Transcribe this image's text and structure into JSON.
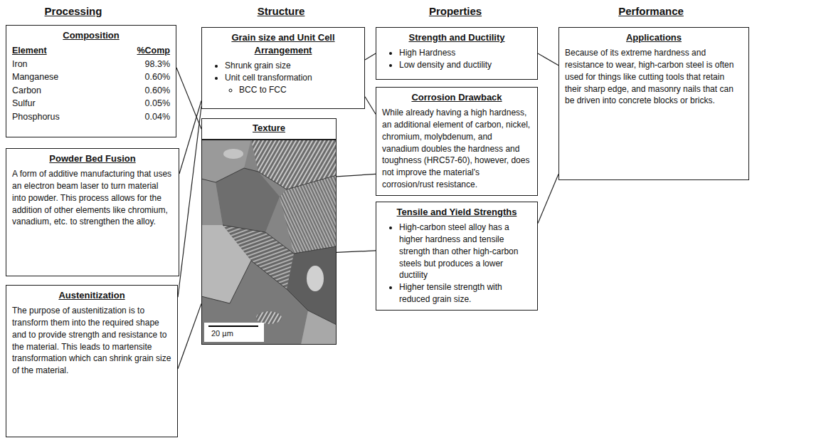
{
  "diagram": {
    "nodes": [
      {
        "text": [
          "Composition",
          "Element",
          "%Comp",
          "Iron",
          "98.3%",
          "Manganese",
          "0.60%",
          "Carbon",
          "0.60%",
          "Sulfur",
          "0.05%",
          "Phosphorus",
          "0.04%"
        ]
      },
      {
        "text": [
          "Powder Bed Fusion",
          "A form of additive manufacturing that uses an electron beam laser to turn material into powder. This process allows for the addition of other elements like chromium, vanadium, etc. to strengthen the alloy."
        ]
      },
      {
        "text": [
          "Austenitization",
          "The purpose of austenitization is to transform them into the required shape and to provide strength and resistance to the material. This leads to martensite transformation which can shrink grain size of the material."
        ]
      },
      {
        "text": [
          "Grain size and Unit Cell Arrangement",
          "Shrunk grain size",
          "Unit cell transformation",
          "BCC to FCC"
        ]
      },
      {
        "text": [
          "Texture"
        ]
      },
      {
        "text": [
          "20 µm"
        ]
      },
      {
        "text": [
          "Strength and Ductility",
          "High Hardness",
          "Low density and ductility"
        ]
      },
      {
        "text": [
          "Corrosion Drawback",
          "While already having a high hardness, an additional element of carbon, nickel, chromium, molybdenum, and vanadium doubles the hardness and toughness (HRC57-60), however, does not improve the material's corrosion/rust resistance."
        ]
      },
      {
        "text": [
          "Tensile and Yield Strengths",
          "High-carbon steel alloy has a higher hardness and tensile strength than other high-carbon steels but produces a lower ductility",
          "Higher tensile strength with reduced grain size."
        ]
      },
      {
        "text": [
          "Applications",
          "Because of its extreme hardness and resistance to wear, high-carbon steel is often used for things like cutting tools that retain their sharp edge, and masonry nails that can be driven into concrete blocks or bricks."
        ]
      }
    ],
    "edges": [
      {
        "from": 0,
        "to": 4,
        "arrow": "none"
      },
      {
        "from": 1,
        "to": 3,
        "arrow": "none"
      },
      {
        "from": 2,
        "to": 3,
        "arrow": "none"
      },
      {
        "from": 2,
        "to": 5,
        "arrow": "none"
      },
      {
        "from": 3,
        "to": 6,
        "arrow": "none"
      },
      {
        "from": 3,
        "to": 7,
        "arrow": "none"
      },
      {
        "from": 5,
        "to": 7,
        "arrow": "none"
      },
      {
        "from": 5,
        "to": 8,
        "arrow": "none"
      },
      {
        "from": 6,
        "to": 9,
        "arrow": "none"
      },
      {
        "from": 8,
        "to": 9,
        "arrow": "none"
      }
    ],
    "labels": [
      "Processing",
      "Structure",
      "Properties",
      "Performance"
    ]
  }
}
